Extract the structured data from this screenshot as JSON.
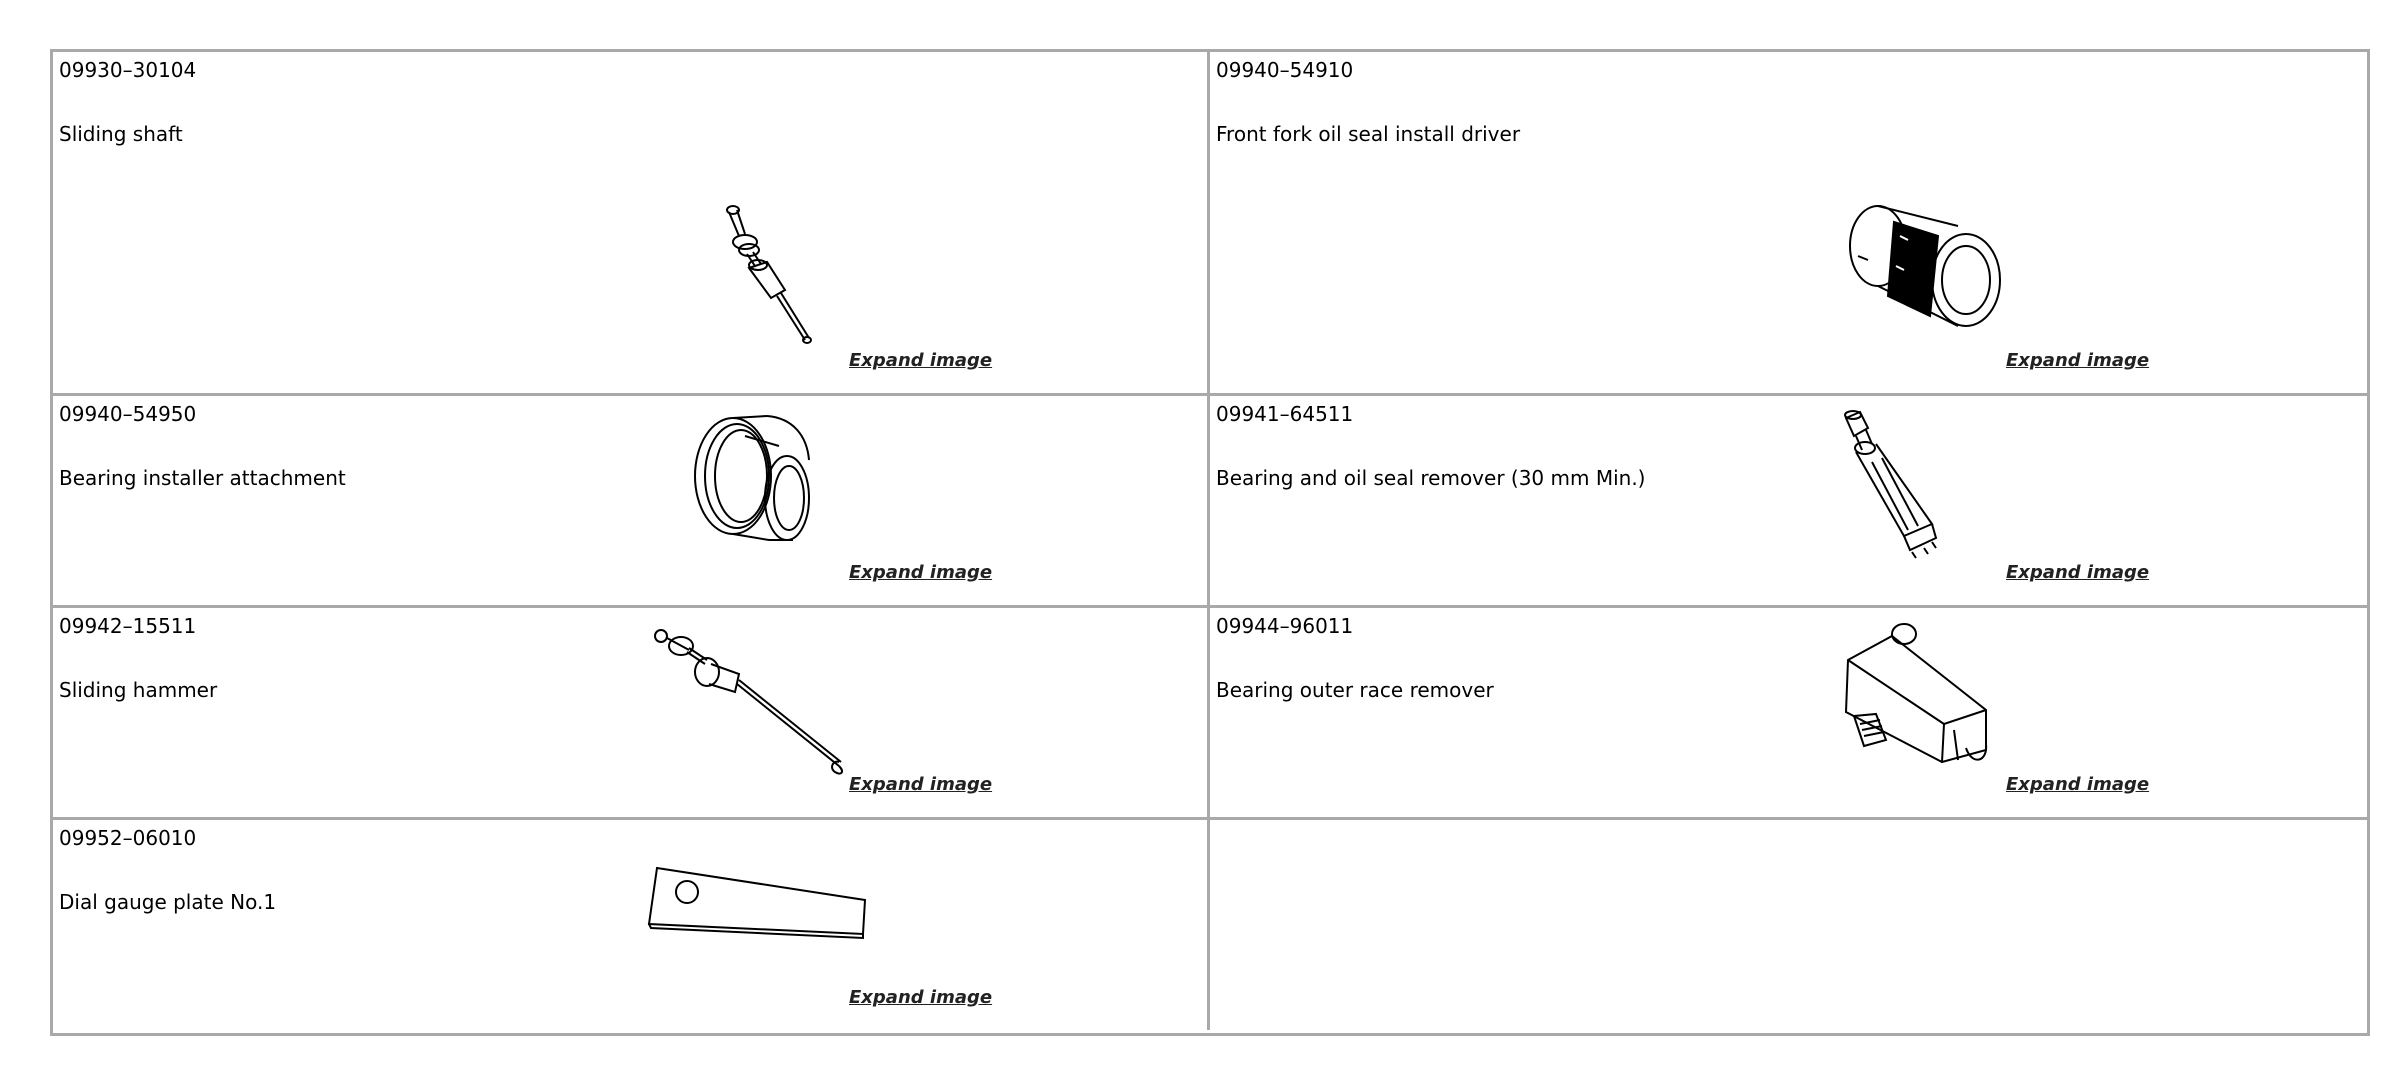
{
  "tools": [
    {
      "part_number": "09930–30104",
      "name": "Sliding shaft",
      "expand_label": "Expand image",
      "icon": "sliding-shaft-illustration"
    },
    {
      "part_number": "09940–54910",
      "name": "Front fork oil seal install driver",
      "expand_label": "Expand image",
      "icon": "oil-seal-driver-illustration"
    },
    {
      "part_number": "09940–54950",
      "name": "Bearing installer attachment",
      "expand_label": "Expand image",
      "icon": "bearing-installer-illustration"
    },
    {
      "part_number": "09941–64511",
      "name": "Bearing and oil seal remover (30 mm Min.)",
      "expand_label": "Expand image",
      "icon": "bearing-remover-illustration"
    },
    {
      "part_number": "09942–15511",
      "name": "Sliding hammer",
      "expand_label": "Expand image",
      "icon": "sliding-hammer-illustration"
    },
    {
      "part_number": "09944–96011",
      "name": "Bearing outer race remover",
      "expand_label": "Expand image",
      "icon": "outer-race-remover-illustration"
    },
    {
      "part_number": "09952–06010",
      "name": "Dial gauge plate No.1",
      "expand_label": "Expand image",
      "icon": "dial-gauge-plate-illustration"
    }
  ]
}
